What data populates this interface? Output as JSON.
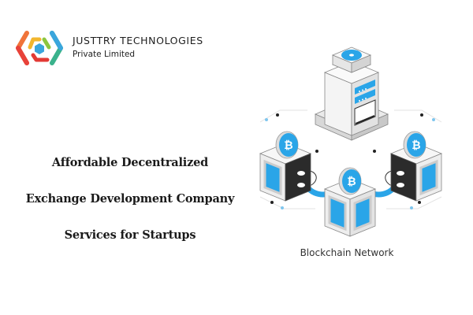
{
  "brand": {
    "name": "JUSTTRY TECHNOLOGIES",
    "subtitle": "Private Limited",
    "logo_icon": "hexagon-brackets-logo-icon",
    "logo_colors": [
      "#e8423a",
      "#f39a2b",
      "#f2c12e",
      "#8cc63f",
      "#3aa6dd",
      "#5bbf6b"
    ]
  },
  "headline": {
    "lines": [
      "Affordable Decentralized",
      "Exchange Development Company",
      "Services for Startups"
    ]
  },
  "illustration": {
    "caption": "Blockchain Network",
    "icons": [
      "server-icon",
      "fan-icon",
      "bitcoin-coin-icon",
      "block-cube-icon",
      "chain-link-icon"
    ],
    "accent_color": "#2aa5e8",
    "dark_color": "#2b2b2b",
    "light_color": "#f2f2f2"
  }
}
